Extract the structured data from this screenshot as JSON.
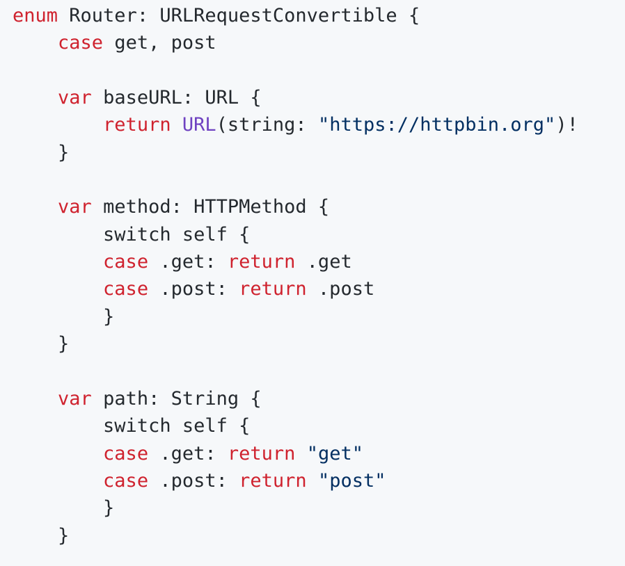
{
  "language": "swift",
  "colors": {
    "background": "#f6f8fa",
    "plain": "#24292e",
    "keyword": "#cf222e",
    "function": "#6f42c1",
    "string": "#032f62"
  },
  "code": {
    "lines": [
      [
        {
          "t": "enum",
          "k": "kw"
        },
        {
          "t": " Router: URLRequestConvertible {",
          "k": "plain"
        }
      ],
      [
        {
          "t": "    ",
          "k": "plain"
        },
        {
          "t": "case",
          "k": "kw"
        },
        {
          "t": " get, post",
          "k": "plain"
        }
      ],
      [],
      [
        {
          "t": "    ",
          "k": "plain"
        },
        {
          "t": "var",
          "k": "kw"
        },
        {
          "t": " baseURL: URL {",
          "k": "plain"
        }
      ],
      [
        {
          "t": "        ",
          "k": "plain"
        },
        {
          "t": "return",
          "k": "kw"
        },
        {
          "t": " ",
          "k": "plain"
        },
        {
          "t": "URL",
          "k": "fn"
        },
        {
          "t": "(string: ",
          "k": "plain"
        },
        {
          "t": "\"https://httpbin.org\"",
          "k": "str"
        },
        {
          "t": ")!",
          "k": "plain"
        }
      ],
      [
        {
          "t": "    }",
          "k": "plain"
        }
      ],
      [],
      [
        {
          "t": "    ",
          "k": "plain"
        },
        {
          "t": "var",
          "k": "kw"
        },
        {
          "t": " method: HTTPMethod {",
          "k": "plain"
        }
      ],
      [
        {
          "t": "        switch self {",
          "k": "plain"
        }
      ],
      [
        {
          "t": "        ",
          "k": "plain"
        },
        {
          "t": "case",
          "k": "kw"
        },
        {
          "t": " .get: ",
          "k": "plain"
        },
        {
          "t": "return",
          "k": "kw"
        },
        {
          "t": " .get",
          "k": "plain"
        }
      ],
      [
        {
          "t": "        ",
          "k": "plain"
        },
        {
          "t": "case",
          "k": "kw"
        },
        {
          "t": " .post: ",
          "k": "plain"
        },
        {
          "t": "return",
          "k": "kw"
        },
        {
          "t": " .post",
          "k": "plain"
        }
      ],
      [
        {
          "t": "        }",
          "k": "plain"
        }
      ],
      [
        {
          "t": "    }",
          "k": "plain"
        }
      ],
      [],
      [
        {
          "t": "    ",
          "k": "plain"
        },
        {
          "t": "var",
          "k": "kw"
        },
        {
          "t": " path: String {",
          "k": "plain"
        }
      ],
      [
        {
          "t": "        switch self {",
          "k": "plain"
        }
      ],
      [
        {
          "t": "        ",
          "k": "plain"
        },
        {
          "t": "case",
          "k": "kw"
        },
        {
          "t": " .get: ",
          "k": "plain"
        },
        {
          "t": "return",
          "k": "kw"
        },
        {
          "t": " ",
          "k": "plain"
        },
        {
          "t": "\"get\"",
          "k": "str"
        }
      ],
      [
        {
          "t": "        ",
          "k": "plain"
        },
        {
          "t": "case",
          "k": "kw"
        },
        {
          "t": " .post: ",
          "k": "plain"
        },
        {
          "t": "return",
          "k": "kw"
        },
        {
          "t": " ",
          "k": "plain"
        },
        {
          "t": "\"post\"",
          "k": "str"
        }
      ],
      [
        {
          "t": "        }",
          "k": "plain"
        }
      ],
      [
        {
          "t": "    }",
          "k": "plain"
        }
      ]
    ]
  }
}
